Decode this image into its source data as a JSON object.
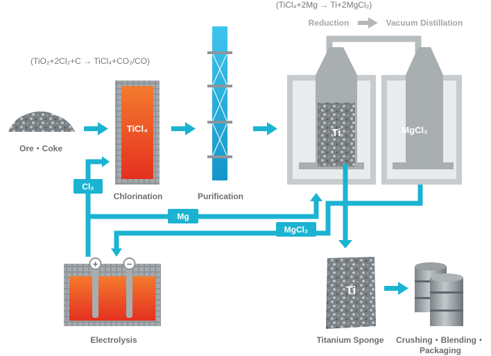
{
  "equations": {
    "reduction": "(TiCl₄+2Mg → Ti+2MgCl₂)",
    "chlorination": "(TiO₂+2Cl₂+C → TiCl₄+CO₂/CO)"
  },
  "header": {
    "reduction": "Reduction",
    "vacuum_distillation": "Vacuum Distillation"
  },
  "labels": {
    "ore": "Ore・Coke",
    "chlorination": "Chlorination",
    "purification": "Purification",
    "electrolysis": "Electrolysis",
    "sponge": "Titanium Sponge",
    "crushing_line1": "Crushing・Blending・",
    "crushing_line2": "Packaging"
  },
  "tags": {
    "cl2": "Cl₂",
    "mg": "Mg",
    "mgcl2": "MgCl₂"
  },
  "vessel_text": {
    "ticl4": "TiCl₄",
    "ti": "Ti",
    "mgcl2": "MgCl₂",
    "sponge_ti": "Ti",
    "plus": "+",
    "minus": "−"
  },
  "colors": {
    "flow": "#1bb3d1",
    "hot_top": "#f46a2d",
    "hot_bottom": "#e63024",
    "steel": "#9aa0a4",
    "tower": "#2aa8d6"
  }
}
